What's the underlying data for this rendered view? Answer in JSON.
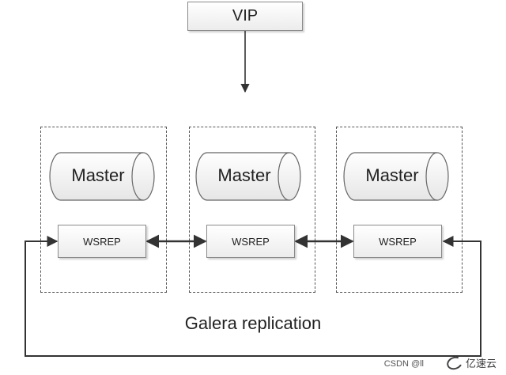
{
  "vip": {
    "label": "VIP"
  },
  "nodes": [
    {
      "master": "Master",
      "wsrep": "WSREP"
    },
    {
      "master": "Master",
      "wsrep": "WSREP"
    },
    {
      "master": "Master",
      "wsrep": "WSREP"
    }
  ],
  "caption": "Galera replication",
  "watermark": {
    "source": "CSDN @ll",
    "brand": "亿速云"
  }
}
